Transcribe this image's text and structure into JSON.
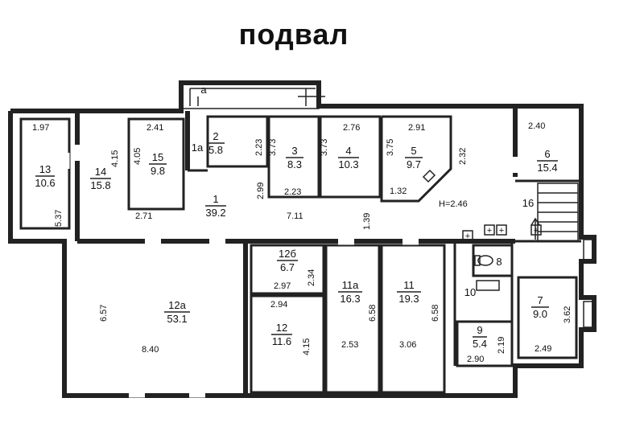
{
  "title": "подвал",
  "height_note": "H=2.46",
  "rooms": [
    {
      "key": "r13",
      "number": "13",
      "area": "10.6"
    },
    {
      "key": "r14",
      "number": "14",
      "area": "15.8"
    },
    {
      "key": "r15",
      "number": "15",
      "area": "9.8"
    },
    {
      "key": "r1a",
      "number": "1а",
      "area": ""
    },
    {
      "key": "r2",
      "number": "2",
      "area": "5.8"
    },
    {
      "key": "r3",
      "number": "3",
      "area": "8.3"
    },
    {
      "key": "r4",
      "number": "4",
      "area": "10.3"
    },
    {
      "key": "r5",
      "number": "5",
      "area": "9.7"
    },
    {
      "key": "r6",
      "number": "6",
      "area": "15.4"
    },
    {
      "key": "r1",
      "number": "1",
      "area": "39.2"
    },
    {
      "key": "r16",
      "number": "16",
      "area": ""
    },
    {
      "key": "r12b",
      "number": "12б",
      "area": "6.7"
    },
    {
      "key": "r12a",
      "number": "12а",
      "area": "53.1"
    },
    {
      "key": "r11a",
      "number": "11а",
      "area": "16.3"
    },
    {
      "key": "r11",
      "number": "11",
      "area": "19.3"
    },
    {
      "key": "r12",
      "number": "12",
      "area": "11.6"
    },
    {
      "key": "r10",
      "number": "10",
      "area": ""
    },
    {
      "key": "r9",
      "number": "9",
      "area": "5.4"
    },
    {
      "key": "r8",
      "number": "8",
      "area": ""
    },
    {
      "key": "r7",
      "number": "7",
      "area": "9.0"
    },
    {
      "key": "ra",
      "number": "а",
      "area": ""
    }
  ],
  "dimensions": [
    "1.97",
    "5.37",
    "4.15",
    "2.71",
    "4.05",
    "2.41",
    "2.23",
    "3.73",
    "2.23",
    "2.99",
    "3.73",
    "2.76",
    "3.75",
    "2.91",
    "1.32",
    "2.32",
    "2.40",
    "7.11",
    "1.39",
    "6.57",
    "8.40",
    "2.34",
    "2.97",
    "2.94",
    "4.15",
    "6.58",
    "2.53",
    "6.58",
    "3.06",
    "2.19",
    "2.90",
    "3.62",
    "2.49"
  ],
  "symbols": {
    "plus": "+"
  }
}
